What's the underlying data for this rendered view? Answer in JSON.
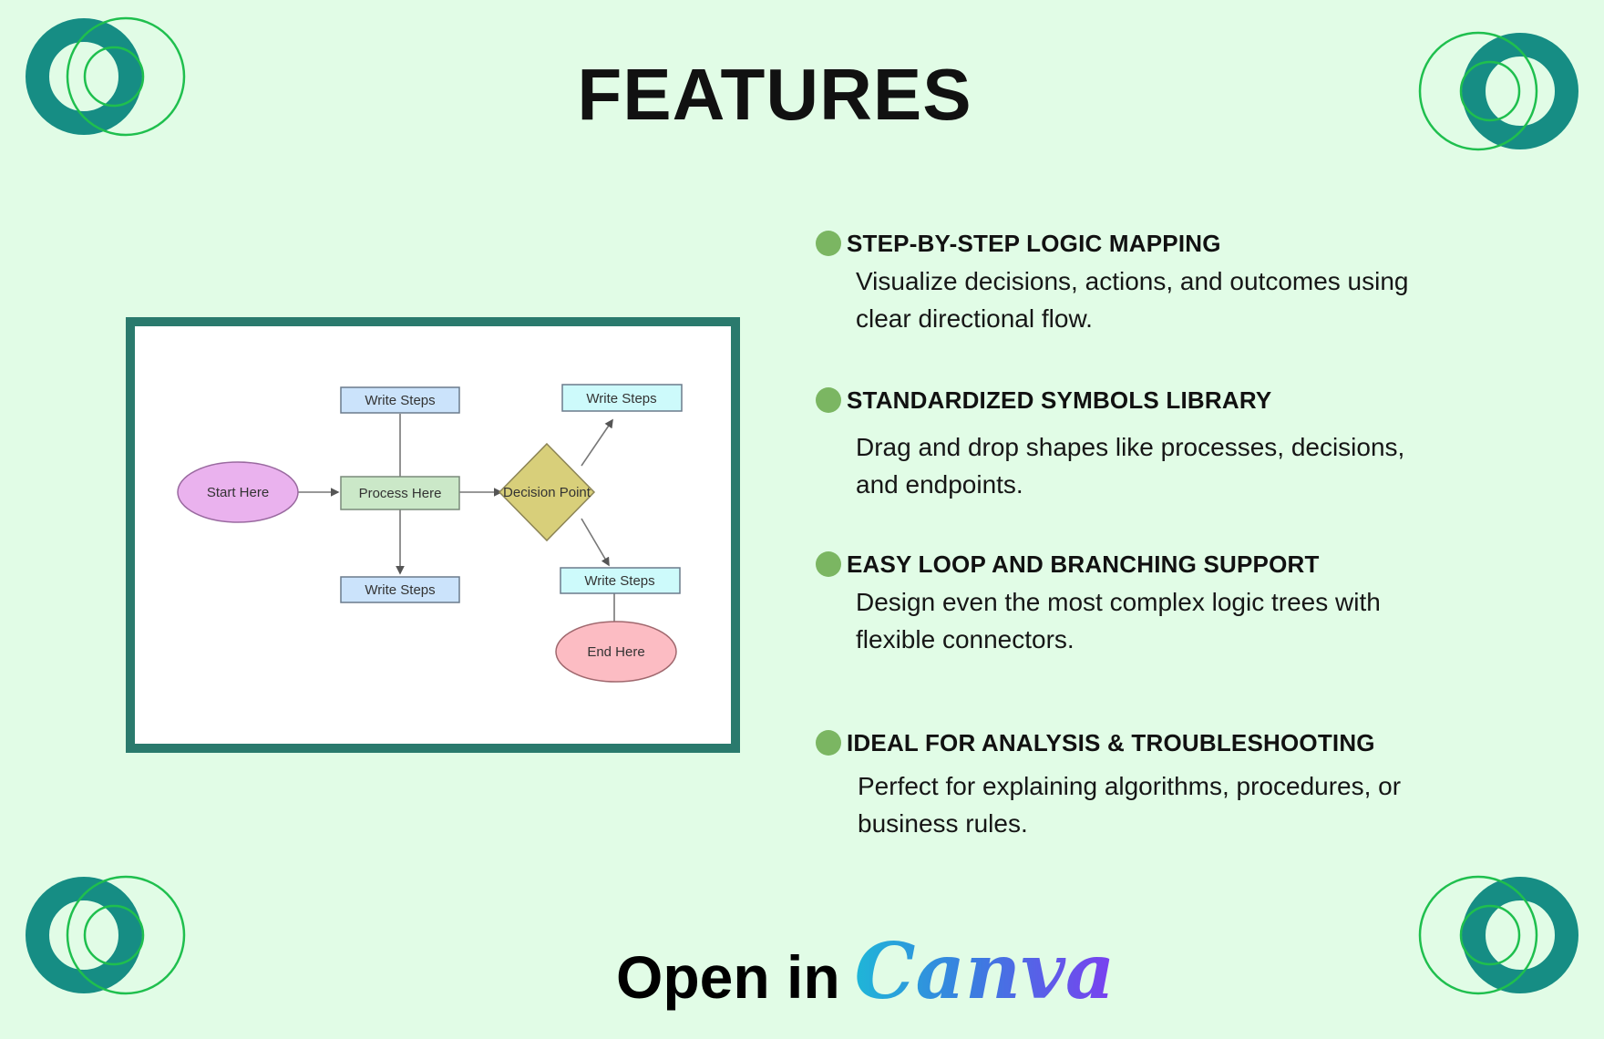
{
  "page": {
    "title": "FEATURES"
  },
  "colors": {
    "background": "#e1fce6",
    "accent_teal": "#168d84",
    "ring_green": "#1fbf4e",
    "frame": "#2a7a6d",
    "bullet": "#7bb662"
  },
  "diagram": {
    "start_label": "Start Here",
    "process_label": "Process Here",
    "decision_label": "Decision Point",
    "step_top_left": "Write Steps",
    "step_bottom_left": "Write Steps",
    "step_top_right": "Write Steps",
    "step_bottom_right": "Write Steps",
    "end_label": "End Here"
  },
  "features": [
    {
      "title": "STEP-BY-STEP LOGIC MAPPING",
      "description": "Visualize decisions, actions, and outcomes using clear directional flow."
    },
    {
      "title": "STANDARDIZED SYMBOLS LIBRARY",
      "description": "Drag and drop shapes like processes, decisions, and endpoints."
    },
    {
      "title": "EASY LOOP AND BRANCHING SUPPORT",
      "description": "Design even the most complex logic trees with flexible connectors."
    },
    {
      "title": "IDEAL FOR ANALYSIS & TROUBLESHOOTING",
      "description": "Perfect for explaining algorithms, procedures, or business rules."
    }
  ],
  "cta": {
    "text": "Open in",
    "logo_text": "Canva"
  }
}
